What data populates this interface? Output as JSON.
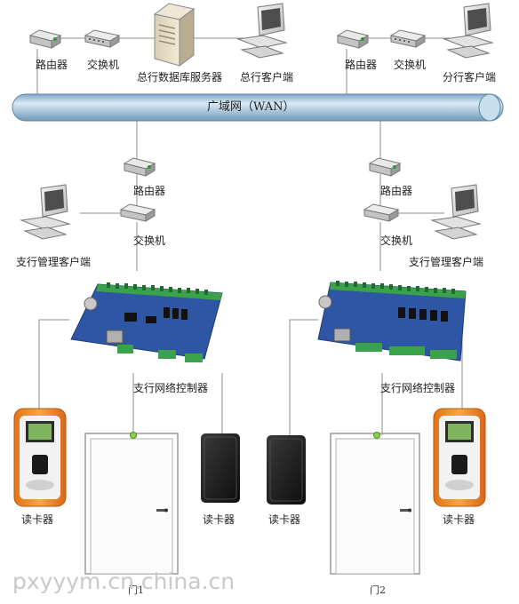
{
  "wan": {
    "label": "广域网（WAN）"
  },
  "top_left": {
    "router": "路由器",
    "switch": "交换机",
    "server": "总行数据库服务器",
    "client": "总行客户端"
  },
  "top_right": {
    "router": "路由器",
    "switch": "交换机",
    "client": "分行客户端"
  },
  "branch_left": {
    "router": "路由器",
    "switch": "交换机",
    "client": "支行管理客户端",
    "controller": "支行网络控制器"
  },
  "branch_right": {
    "router": "路由器",
    "switch": "交换机",
    "client": "支行管理客户端",
    "controller": "支行网络控制器"
  },
  "readers": {
    "fp_left": "读卡器",
    "card_left": "读卡器",
    "card_right": "读卡器",
    "fp_right": "读卡器"
  },
  "doors": {
    "door1": "门1",
    "door2": "门2"
  },
  "watermark": "pxyyym.cn.china.cn",
  "colors": {
    "pipe": "#9ec3dc",
    "board": "#2f55a5",
    "terminal": "#3aa24a",
    "reader_orange": "#f08a1c"
  }
}
